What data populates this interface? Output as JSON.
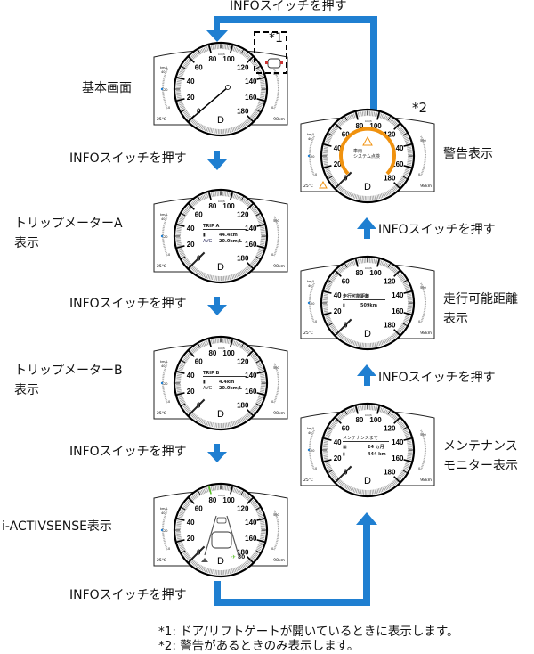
{
  "colors": {
    "arrow": "#1f7fd1",
    "warning": "#f0920f",
    "assist": "#5cbf2a"
  },
  "flow_labels": {
    "top": "INFOスイッチを押す",
    "step1": "INFOスイッチを押す",
    "step2": "INFOスイッチを押す",
    "step3": "INFOスイッチを押す",
    "step4": "INFOスイッチを押す",
    "step5": "INFOスイッチを押す",
    "step6": "INFOスイッチを押す"
  },
  "screens": {
    "basic": {
      "label": "基本画面"
    },
    "trip_a": {
      "label1": "トリップメーターA",
      "label2": "表示",
      "title": "TRIP A",
      "odo": "44.4km",
      "avg_label": "AVG",
      "avg": "20.0km/L"
    },
    "trip_b": {
      "label1": "トリップメーターB",
      "label2": "表示",
      "title": "TRIP B",
      "odo": "4.4km",
      "avg_label": "AVG",
      "avg": "20.0km/L"
    },
    "iactivsense": {
      "label": "i-ACTIVSENSE表示",
      "set_speed": "80"
    },
    "warning": {
      "label": "警告表示",
      "line1": "車両",
      "line2": "システム点検"
    },
    "range": {
      "label1": "走行可能距離",
      "label2": "表示",
      "title": "走行可能距離",
      "value": "509km"
    },
    "maintenance": {
      "label1": "メンテナンス",
      "label2": "モニター表示",
      "title": "メンテナンスまで",
      "months": "24 ヵ月",
      "distance": "444 km"
    }
  },
  "dial": {
    "ticks": [
      "0",
      "20",
      "40",
      "60",
      "80",
      "100",
      "120",
      "140",
      "160",
      "180"
    ],
    "unit": "km/h",
    "gear": "D",
    "temp": "25℃",
    "range": "98km",
    "fuel_unit": "km/L",
    "fuel_max": "40",
    "fuel_mid": "20",
    "fuel_min": "0",
    "right_max": "500",
    "right_min": "0"
  },
  "markers": {
    "door": "*1",
    "warn": "*2"
  },
  "notes": [
    "*1: ドア/リフトゲートが開いているときに表示します。",
    "*2: 警告があるときのみ表示します。"
  ]
}
